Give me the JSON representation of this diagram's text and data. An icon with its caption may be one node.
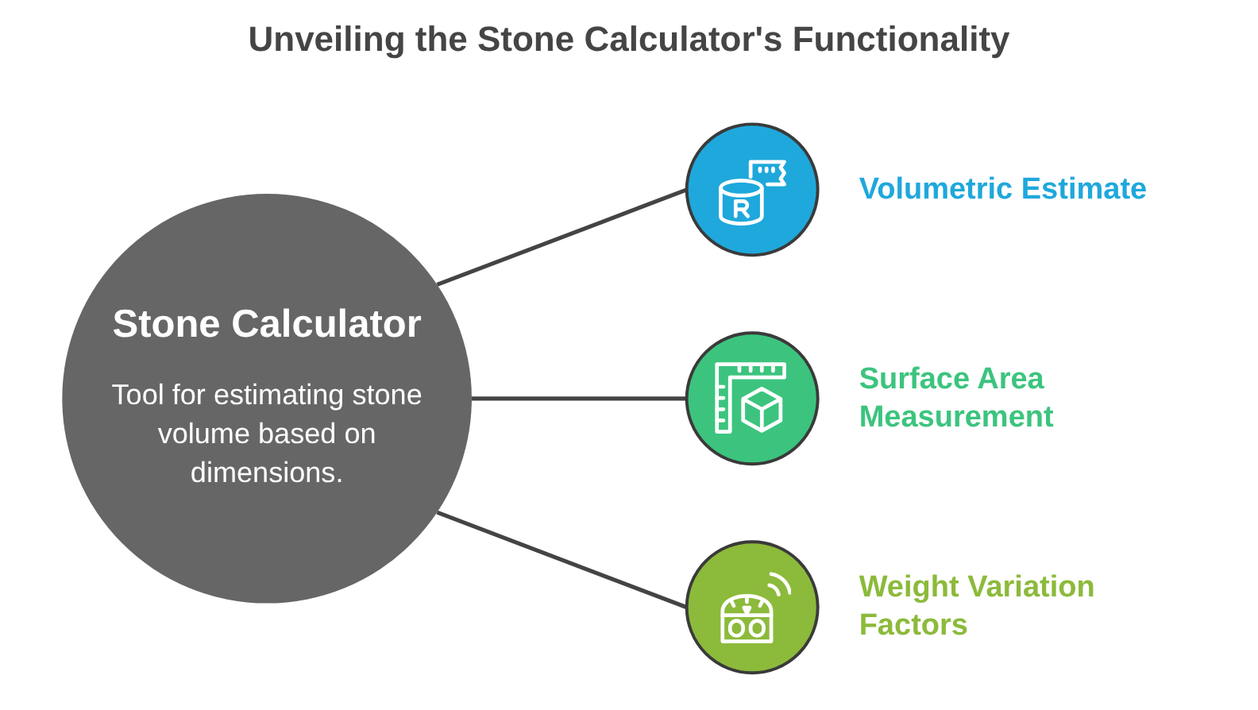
{
  "diagram": {
    "title": "Unveiling the Stone Calculator's Functionality",
    "nodes": [
      {
        "text": [
          "Stone Calculator",
          "Tool for estimating stone volume based on dimensions."
        ]
      },
      {
        "text": [],
        "shape": "circle",
        "beside": [
          "Volumetric Estimate"
        ]
      },
      {
        "text": [],
        "shape": "circle",
        "beside": [
          "Surface Area Measurement"
        ]
      },
      {
        "text": [],
        "shape": "circle",
        "beside": [
          "Weight Variation Factors"
        ]
      }
    ],
    "edges": [
      {
        "from": 0,
        "to": 1,
        "arrow": "none"
      },
      {
        "from": 0,
        "to": 2,
        "arrow": "none"
      },
      {
        "from": 0,
        "to": 3,
        "arrow": "none"
      }
    ]
  }
}
